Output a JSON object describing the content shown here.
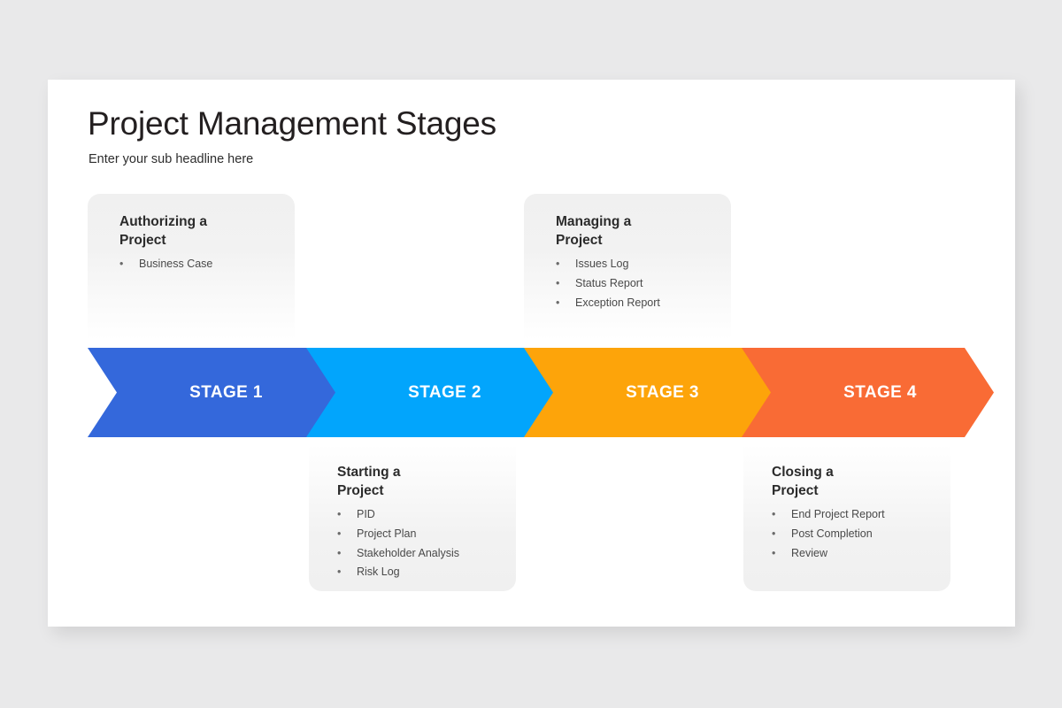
{
  "slide": {
    "title": "Project Management Stages",
    "subtitle": "Enter your sub headline here",
    "background_color": "#e9e9ea",
    "panel_color": "#ffffff"
  },
  "bullet_glyph": "•",
  "chart_data": {
    "type": "diagram",
    "title": "Project Management Stages",
    "subtitle": "Enter your sub headline here",
    "layout": "horizontal-chevron-process-with-alternating-callouts",
    "stages": [
      {
        "index": 1,
        "label": "STAGE 1",
        "color": "#3468db",
        "card_position": "top",
        "card_title": "Authorizing a\nProject",
        "items": [
          "Business Case"
        ]
      },
      {
        "index": 2,
        "label": "STAGE 2",
        "color": "#02a5fc",
        "card_position": "bottom",
        "card_title": "Starting a\nProject",
        "items": [
          "PID",
          "Project Plan",
          "Stakeholder Analysis",
          "Risk Log"
        ]
      },
      {
        "index": 3,
        "label": "STAGE 3",
        "color": "#fda40a",
        "card_position": "top",
        "card_title": "Managing a\nProject",
        "items": [
          "Issues Log",
          "Status Report",
          "Exception Report"
        ]
      },
      {
        "index": 4,
        "label": "STAGE 4",
        "color": "#f96b35",
        "card_position": "bottom",
        "card_title": "Closing a\nProject",
        "items": [
          "End Project Report",
          "Post Completion",
          "Review"
        ]
      }
    ]
  }
}
